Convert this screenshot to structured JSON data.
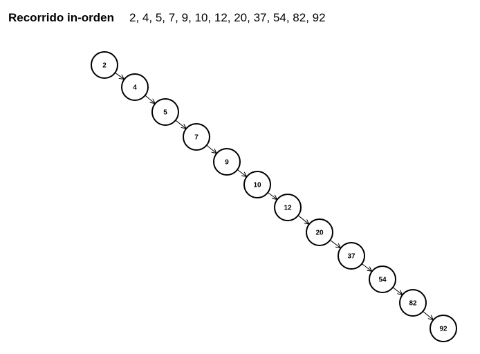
{
  "heading": {
    "label": "Recorrido in-orden",
    "sequence": "2, 4, 5, 7, 9, 10, 12, 20, 37, 54, 82, 92"
  },
  "diagram": {
    "nodes": [
      "2",
      "4",
      "5",
      "7",
      "9",
      "10",
      "12",
      "20",
      "37",
      "54",
      "82",
      "92"
    ],
    "colors": {
      "stroke": "#000000",
      "fill": "#ffffff",
      "text": "#000000"
    }
  }
}
